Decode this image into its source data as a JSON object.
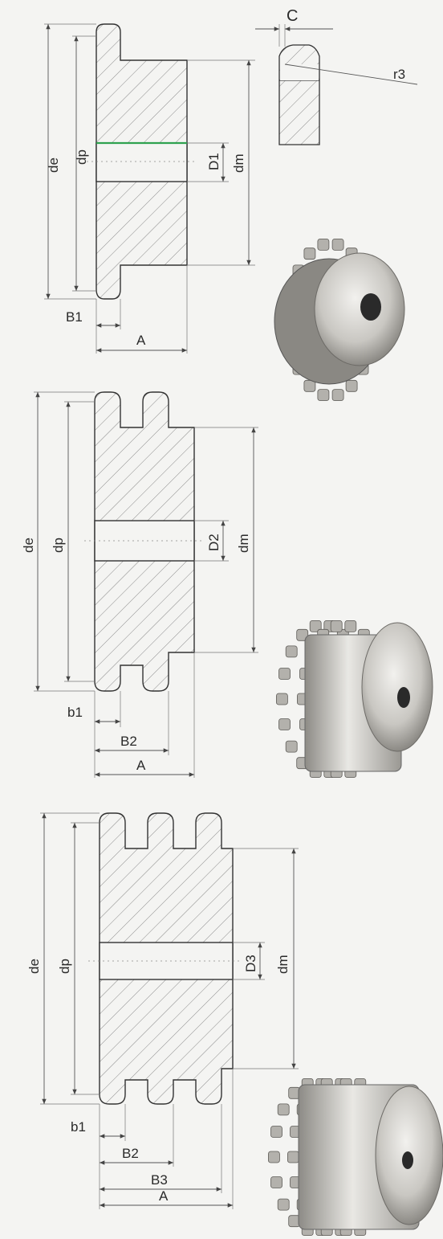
{
  "colors": {
    "line": "#333333",
    "hatch": "#8a8a8a",
    "accent": "#2fa24f",
    "steel_light": "#e6e4e0",
    "steel_dark": "#6c6a66"
  },
  "single": {
    "de": "de",
    "dp": "dp",
    "D1": "D1",
    "dm": "dm",
    "B1": "B1",
    "A": "A",
    "C": "C",
    "r3": "r3"
  },
  "double": {
    "de": "de",
    "dp": "dp",
    "D2": "D2",
    "dm": "dm",
    "b1": "b1",
    "B2": "B2",
    "A": "A"
  },
  "triple": {
    "de": "de",
    "dp": "dp",
    "D3": "D3",
    "dm": "dm",
    "b1": "b1",
    "B2": "B2",
    "B3": "B3",
    "A": "A"
  },
  "icons": [
    "single-sprocket-photo",
    "double-sprocket-photo",
    "triple-sprocket-photo"
  ]
}
